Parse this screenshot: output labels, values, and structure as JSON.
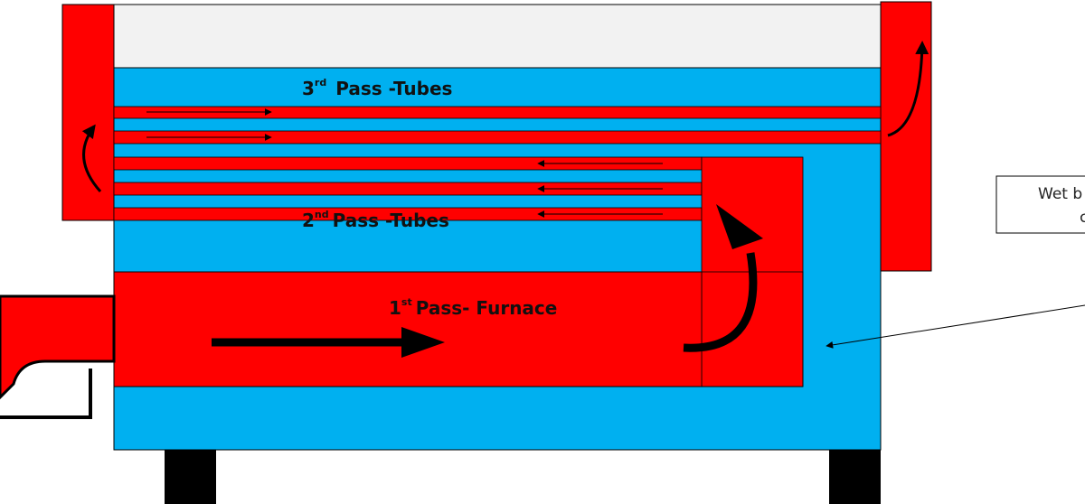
{
  "colors": {
    "hot_gas": "#ff0000",
    "water": "#00b0f0",
    "steam_space": "#f2f2f2",
    "outline": "#000000",
    "feet": "#000000"
  },
  "labels": {
    "third_pass": {
      "num": "3",
      "sup": "rd",
      "text": "Pass -Tubes"
    },
    "second_pass": {
      "num": "2",
      "sup": "nd",
      "text": "Pass -Tubes"
    },
    "first_pass": {
      "num": "1",
      "sup": "st",
      "text": "Pass- Furnace"
    }
  },
  "callout": {
    "line1": "Wet b",
    "line2": "c"
  }
}
